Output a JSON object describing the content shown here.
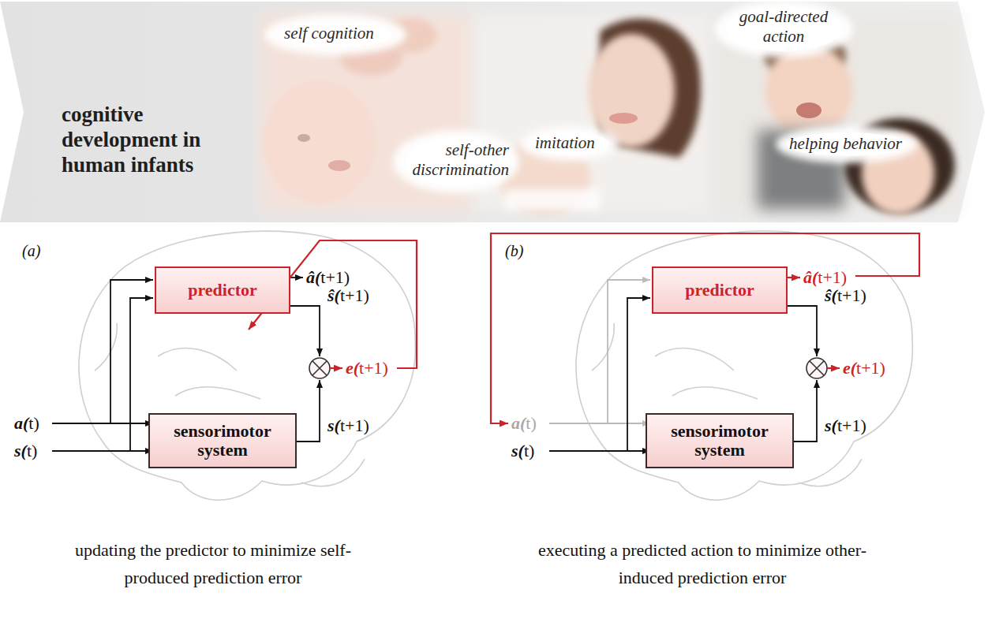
{
  "diagram": {
    "nodes": [
      {
        "text": [
          "cognitive development in human infants"
        ]
      },
      {
        "text": [
          "predictor"
        ]
      },
      {
        "text": [
          "sensorimotor system"
        ]
      },
      {
        "text": [
          "predictor"
        ]
      },
      {
        "text": [
          "sensorimotor system"
        ]
      }
    ],
    "labels": [
      "self cognition",
      "self-other discrimination",
      "imitation",
      "goal-directed action",
      "helping behavior",
      "(a)",
      "a(t)",
      "s(t)",
      "â(t+1)",
      "ŝ(t+1)",
      "s(t+1)",
      "e(t+1)",
      "updating the predictor to minimize self-produced prediction error",
      "(b)",
      "a(t)",
      "s(t)",
      "â(t+1)",
      "ŝ(t+1)",
      "s(t+1)",
      "e(t+1)",
      "executing a predicted action to minimize other-induced prediction error"
    ]
  }
}
